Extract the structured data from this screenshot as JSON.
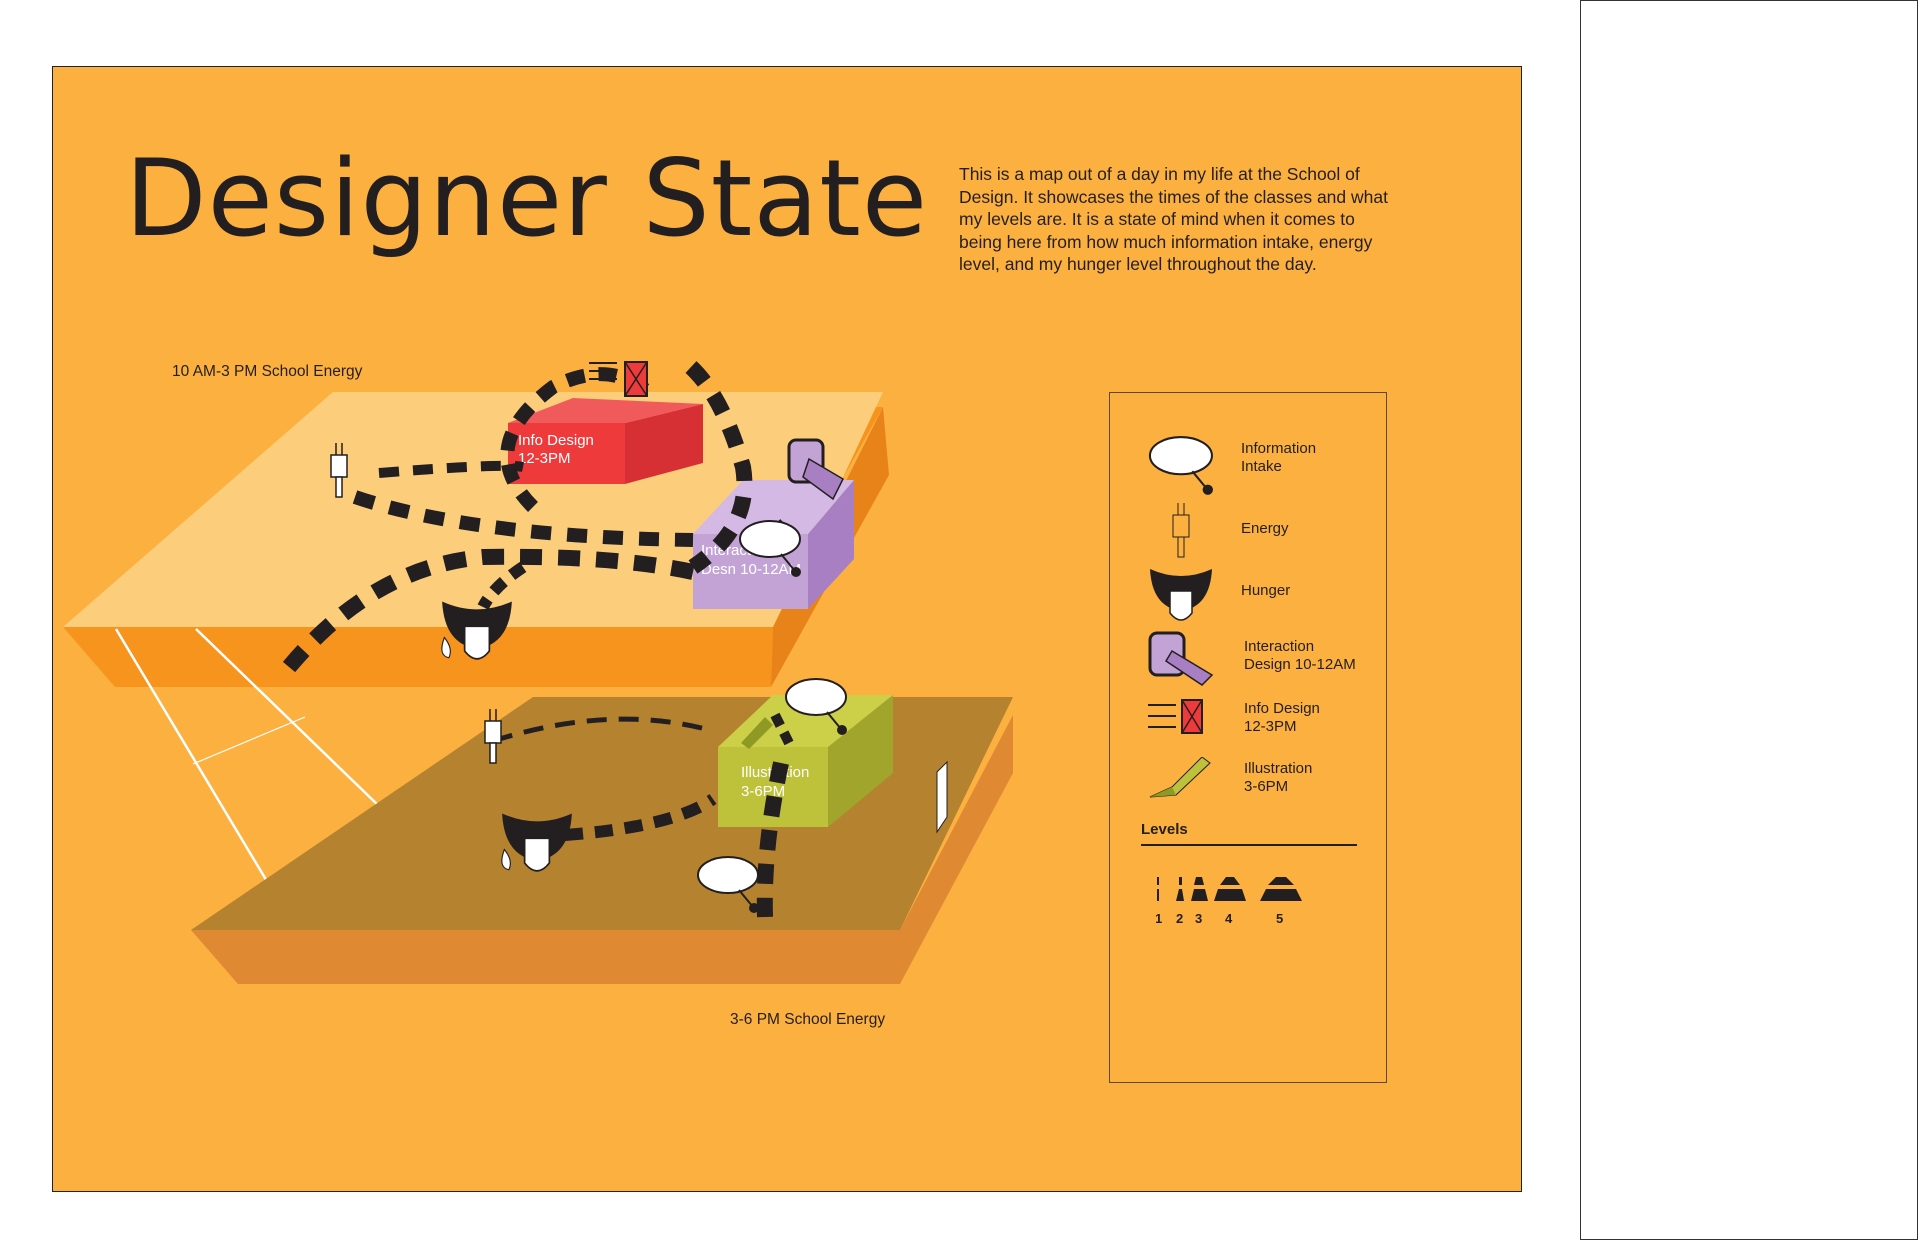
{
  "poster": {
    "title": "Designer State",
    "description": "This is a map out of a day in my life at the School of Design. It showcases the times of the classes and what my levels are. It is a state of mind when it comes to being here from how much information intake, energy level, and my hunger level throughout the day."
  },
  "scene": {
    "upper_floor_label": "10 AM-3 PM School Energy",
    "lower_floor_label": "3-6 PM School Energy",
    "info_design_box": {
      "line1": "Info Design",
      "line2": "12-3PM"
    },
    "interaction_box": {
      "line1": "Interaction",
      "line2": "Desn 10-12AM"
    },
    "illustration_box": {
      "line1": "Illustration",
      "line2": "3-6PM"
    }
  },
  "legend": {
    "items": [
      {
        "icon": "speech-bubble-icon",
        "label": "Information\nIntake"
      },
      {
        "icon": "plug-icon",
        "label": "Energy"
      },
      {
        "icon": "mouth-icon",
        "label": "Hunger"
      },
      {
        "icon": "tablet-pen-icon",
        "label": "Interaction\nDesign 10-12AM"
      },
      {
        "icon": "list-x-icon",
        "label": "Info Design\n12-3PM"
      },
      {
        "icon": "pencil-icon",
        "label": "Illustration\n3-6PM"
      }
    ],
    "levels_title": "Levels",
    "levels": [
      "1",
      "2",
      "3",
      "4",
      "5"
    ]
  },
  "colors": {
    "poster_bg": "#fbb040",
    "upper_floor": "#fcce7c",
    "upper_floor_side": "#f7941d",
    "lower_floor": "#b5822f",
    "lower_floor_side": "#df8a33",
    "info_design": "#ee3a3b",
    "interaction": "#c3a3d6",
    "illustration": "#bec13a",
    "ink": "#231f20"
  }
}
